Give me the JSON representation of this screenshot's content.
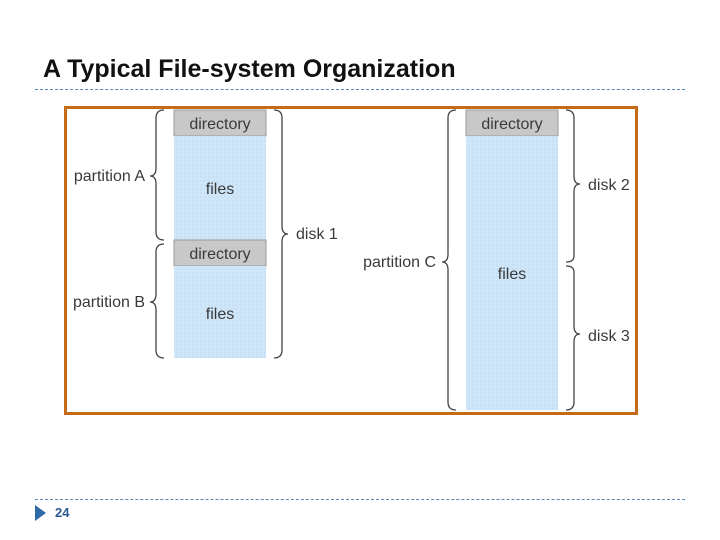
{
  "slide": {
    "title": "A Typical File-system Organization",
    "page_number": "24"
  },
  "diagram": {
    "disk_left": {
      "partition_a": {
        "label": "partition A",
        "directory": "directory",
        "files": "files"
      },
      "partition_b": {
        "label": "partition B",
        "directory": "directory",
        "files": "files"
      },
      "disk_label": "disk 1"
    },
    "disk_right": {
      "partition_c": {
        "label": "partition C",
        "directory": "directory",
        "files": "files"
      },
      "disk_top_label": "disk 2",
      "disk_bottom_label": "disk 3"
    }
  },
  "colors": {
    "frame": "#c56b17",
    "directory_fill": "#c8c8c8",
    "files_fill": "#cfe6f8",
    "rule": "#5b86b8",
    "page_number": "#2d5a93"
  }
}
